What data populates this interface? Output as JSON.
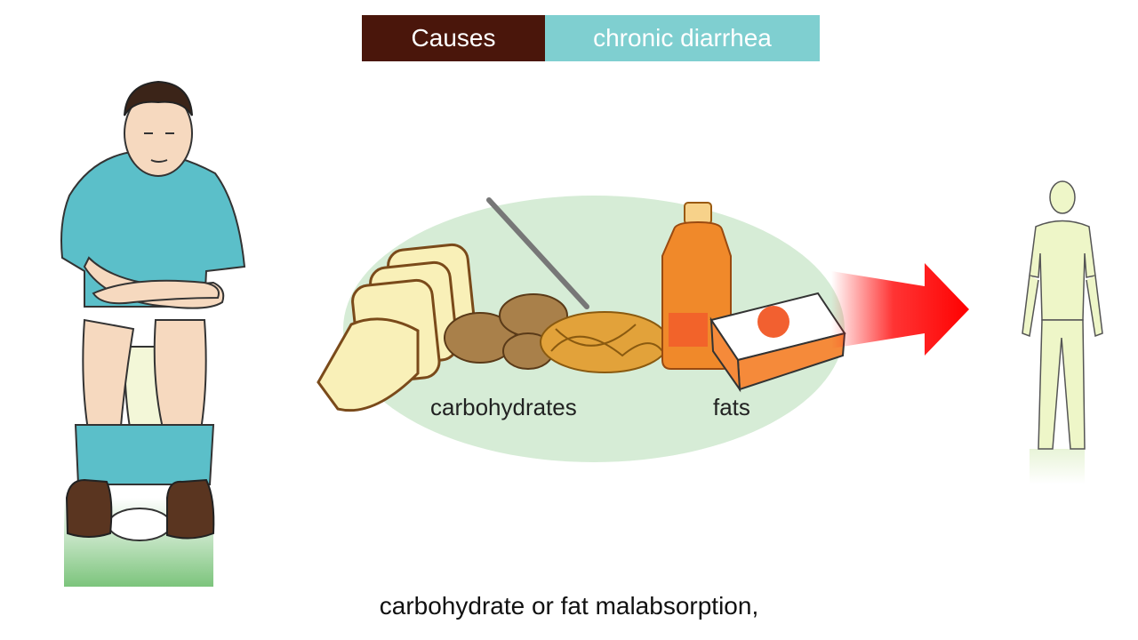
{
  "header": {
    "left_label": "Causes",
    "right_label": "chronic diarrhea"
  },
  "food_labels": {
    "carbohydrates": "carbohydrates",
    "fats": "fats"
  },
  "caption": "carbohydrate or fat malabsorption,",
  "colors": {
    "header_dark": "#4a160b",
    "header_teal": "#7fcfd0",
    "food_ellipse": "#d6ecd6",
    "arrow": "#ff1010",
    "shirt": "#5bbfc9"
  },
  "icons": [
    "toilet-man-illustration",
    "bread-icon",
    "potatoes-icon",
    "pasta-fork-icon",
    "oil-bottle-icon",
    "butter-tub-icon",
    "red-arrow-icon",
    "thin-person-illustration"
  ]
}
